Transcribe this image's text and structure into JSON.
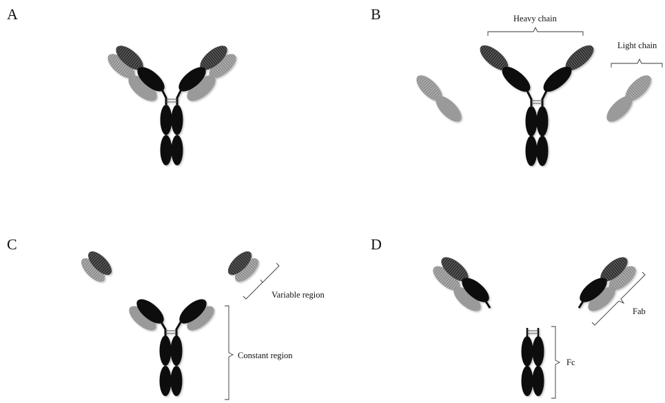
{
  "figure": {
    "panels": [
      {
        "id": "A",
        "label": "A"
      },
      {
        "id": "B",
        "label": "B"
      },
      {
        "id": "C",
        "label": "C"
      },
      {
        "id": "D",
        "label": "D"
      }
    ],
    "annotations": {
      "heavy_chain": "Heavy chain",
      "light_chain": "Light chain",
      "variable_region": "Variable region",
      "constant_region": "Constant region",
      "fab": "Fab",
      "fc": "Fc"
    },
    "colors": {
      "heavy_constant": "#0a0a0a",
      "heavy_variable": "#3a3a3a",
      "light_constant": "#9a9a9a",
      "light_variable": "#8a8a8a",
      "hinge_line": "#555555",
      "background": "#ffffff"
    }
  }
}
